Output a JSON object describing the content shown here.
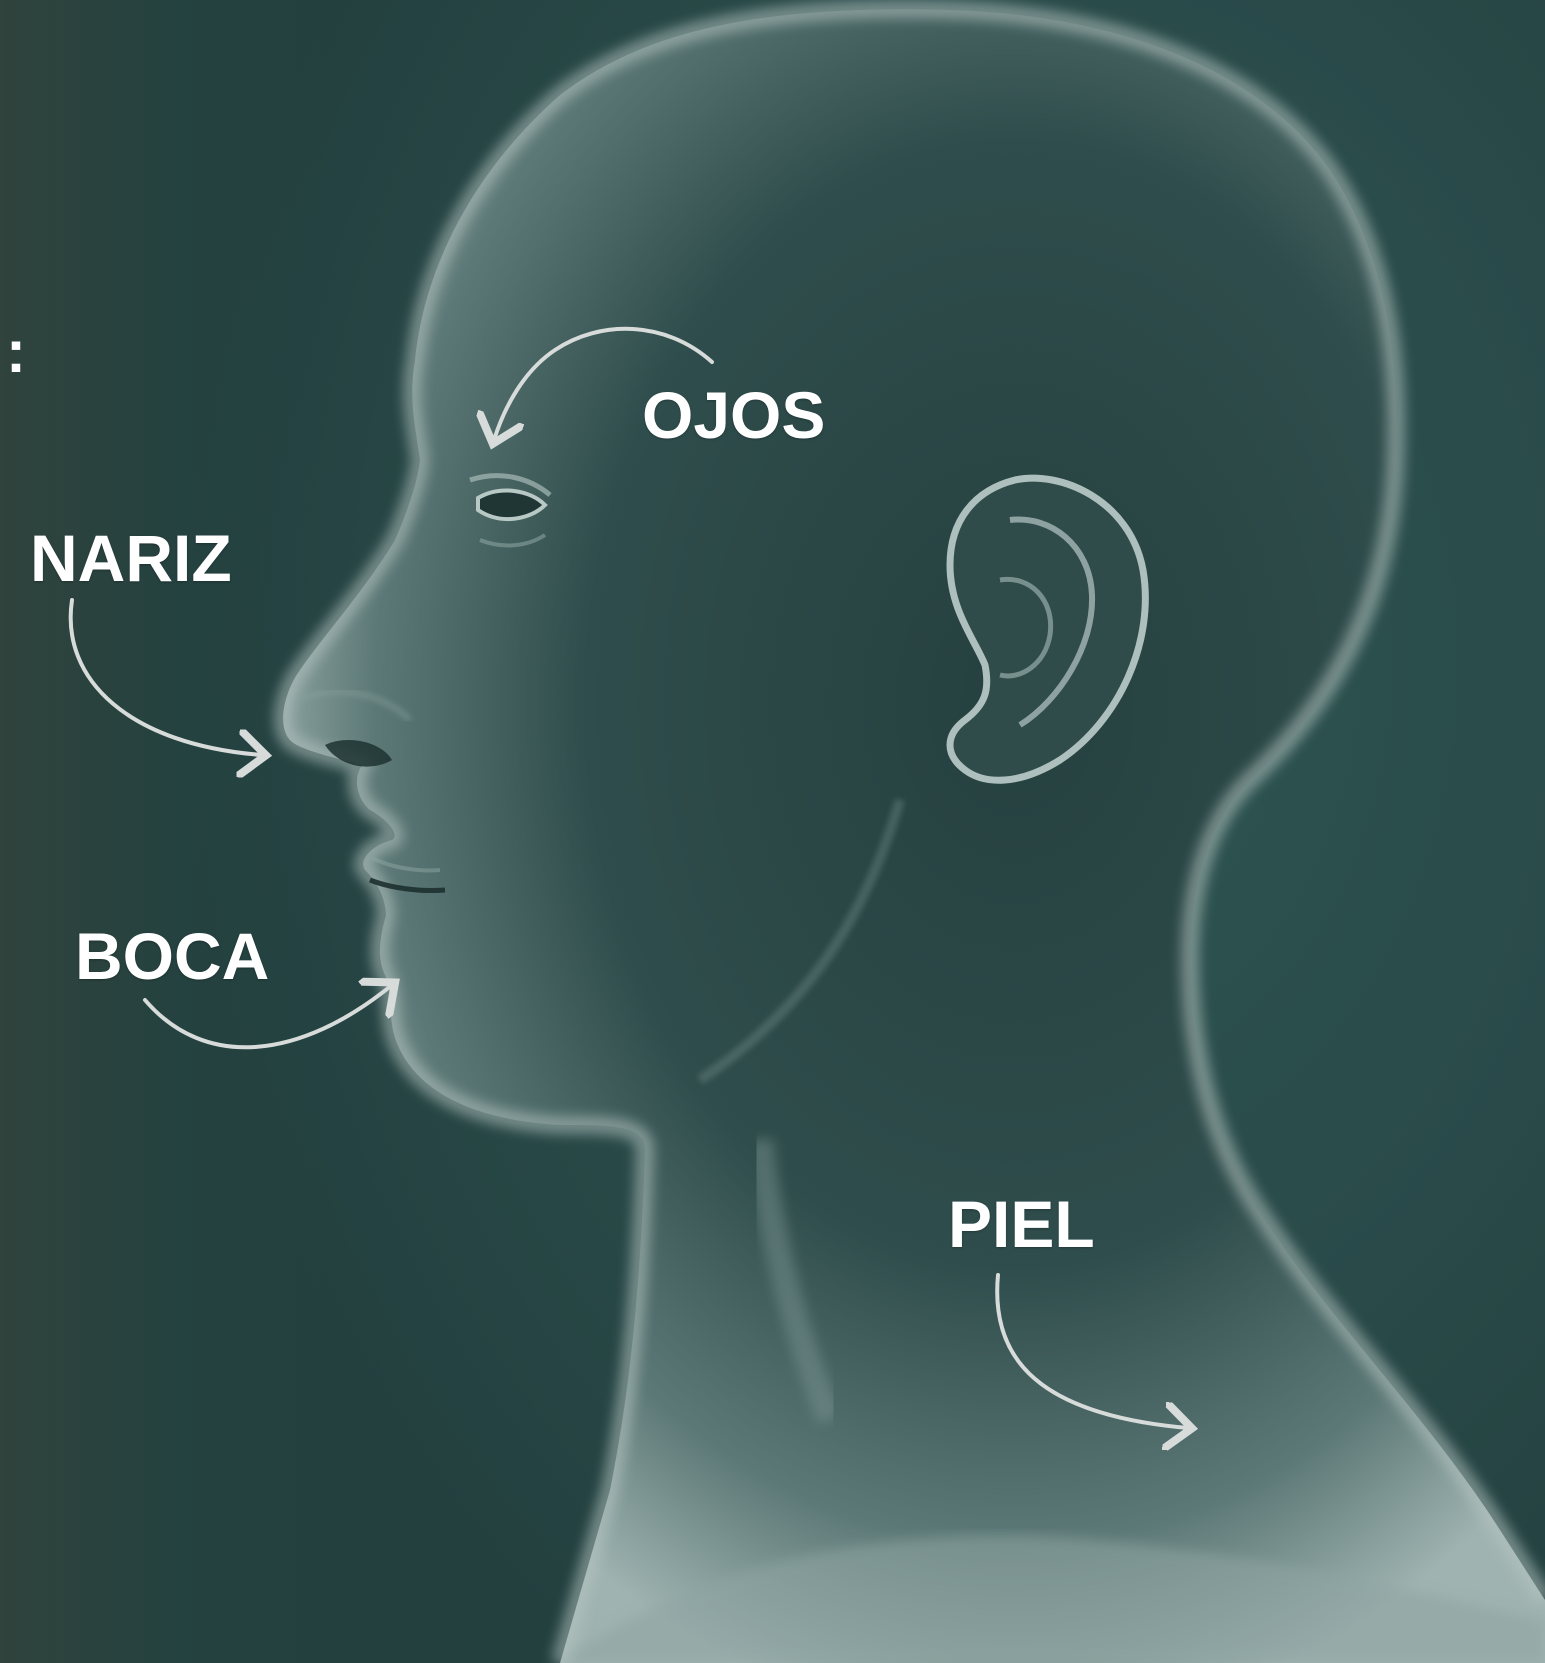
{
  "image": {
    "background_color": "#2b4c4c",
    "figure_color": "#9fb3b0",
    "label_color": "#ffffff",
    "arrow_color": "#d7dcda"
  },
  "edge_text": ":",
  "labels": {
    "ojos": "OJOS",
    "nariz": "NARIZ",
    "boca": "BOCA",
    "piel": "PIEL"
  }
}
